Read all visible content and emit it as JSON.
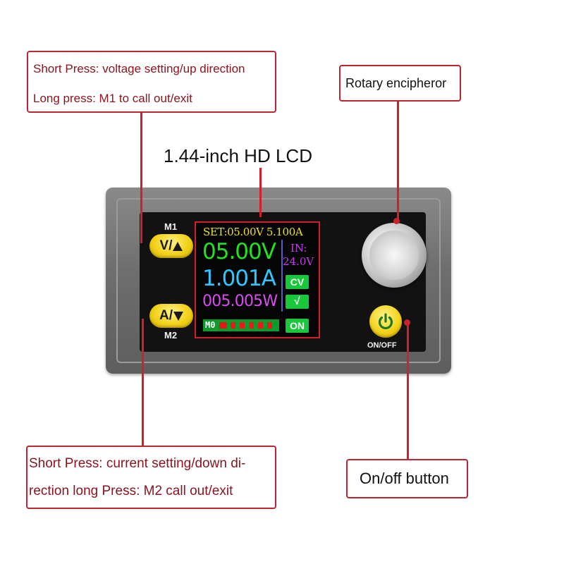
{
  "callouts": {
    "voltage_up": {
      "line1": "Short Press: voltage setting/up direction",
      "line2": "Long press: M1 to call out/exit"
    },
    "rotary": {
      "line1": "Rotary encipheror"
    },
    "current_down": {
      "line1": "Short Press: current setting/down di-",
      "line2": "rection long Press: M2 call out/exit"
    },
    "onoff": {
      "line1": "On/off button"
    }
  },
  "lcd_title": "1.44-inch HD LCD",
  "device": {
    "m1_label": "M1",
    "m2_label": "M2",
    "btn_up_text": "V/",
    "btn_down_text": "A/",
    "onoff_label": "ON/OFF",
    "screen": {
      "set_line": "SET:05.00V 5.100A",
      "voltage": "05.00V",
      "current": "1.001A",
      "power": "005.005W",
      "in_label": "IN:",
      "in_value": "24.0V",
      "mode_tag": "CV",
      "ok_tag": "√",
      "output_tag": "ON",
      "memory_label": "M0"
    }
  },
  "colors": {
    "callout_border": "#c0252f",
    "voltage": "#22e022",
    "current": "#2ec7ff",
    "power": "#d84cf0",
    "set_line": "#f0e020",
    "tag_bg": "#18c83a",
    "button_yellow": "#f2d21a"
  },
  "icons": [
    "power-icon",
    "up-triangle-icon",
    "down-triangle-icon"
  ]
}
